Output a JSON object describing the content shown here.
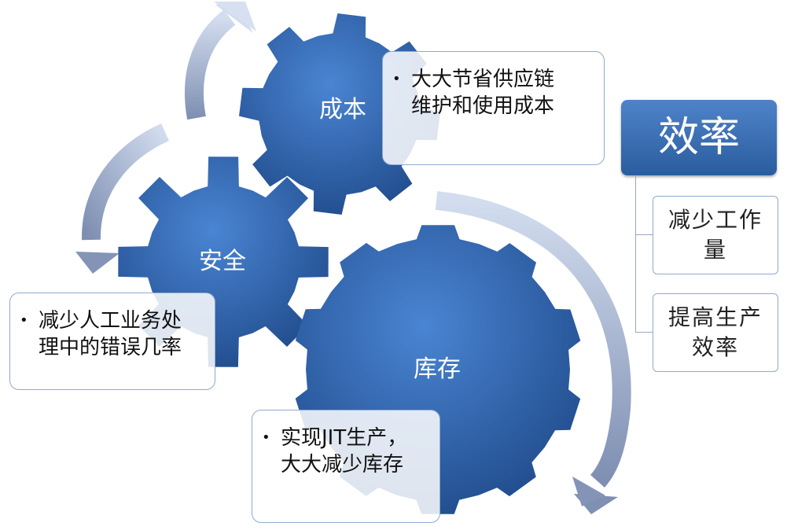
{
  "gears": [
    {
      "id": "cost",
      "label": "成本"
    },
    {
      "id": "safety",
      "label": "安全"
    },
    {
      "id": "inventory",
      "label": "库存"
    }
  ],
  "notes": {
    "cost": {
      "bullet": "•",
      "text": "大大节省供应链\n维护和使用成本"
    },
    "safety": {
      "bullet": "•",
      "text": "减少人工业务处\n理中的错误几率"
    },
    "inventory": {
      "bullet": "•",
      "text": "实现JIT生产，\n大大减少库存"
    }
  },
  "efficiency": {
    "title": "效率",
    "items": [
      "减少工作量",
      "提高生产效率"
    ]
  },
  "colors": {
    "gear_light": "#3f77c4",
    "gear_dark": "#1f4d8e",
    "arrow_light": "#cdd8ec",
    "arrow_dark": "#7f90b3",
    "note_border": "#8fa9d0"
  }
}
